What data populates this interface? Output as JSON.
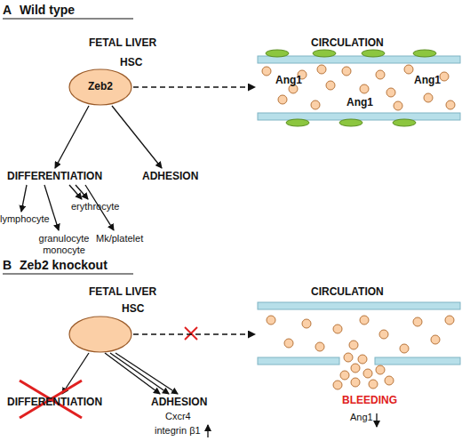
{
  "diagram": {
    "nodes": [
      {
        "text": [
          "HSC",
          "Zeb2"
        ]
      },
      {
        "text": [
          "Ang1",
          "Ang1",
          "Ang1"
        ]
      },
      {
        "text": [
          "HSC"
        ]
      },
      {
        "text": [
          "BLEEDING"
        ]
      }
    ],
    "edges": [
      {
        "from": 0,
        "to": 1,
        "arrow": "to"
      },
      {
        "from": 2,
        "to": 3,
        "arrow": "to"
      }
    ],
    "labels": [
      "A",
      "Wild type",
      "FETAL LIVER",
      "CIRCULATION",
      "DIFFERENTIATION",
      "ADHESION",
      "lymphocyte",
      "granulocyte monocyte",
      "erythrocyte",
      "Mk/platelet",
      "B",
      "Zeb2 knockout",
      "FETAL LIVER",
      "CIRCULATION",
      "DIFFERENTIATION",
      "ADHESION",
      "Cxcr4",
      "integrin β1",
      "Ang1"
    ]
  }
}
